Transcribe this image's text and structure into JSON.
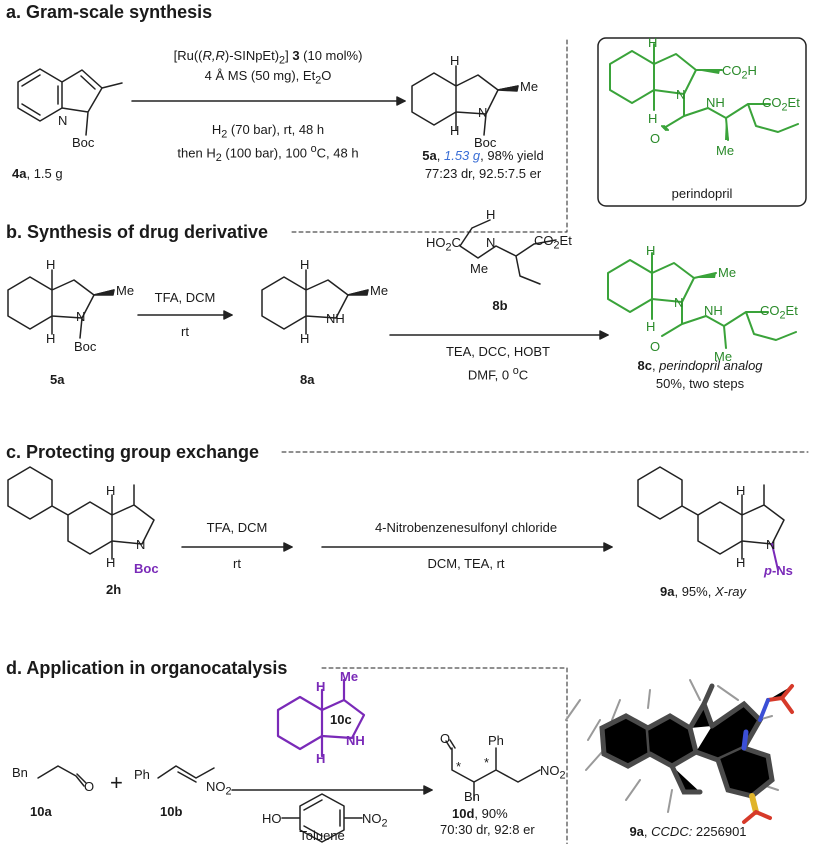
{
  "sections": {
    "a": {
      "title": "a. Gram-scale synthesis",
      "reagent_line1_pre": "[Ru((",
      "reagent_line1_rr": "R,R",
      "reagent_line1_post": ")-SINpEt)",
      "reagent_line1_sub": "2",
      "reagent_line1_end": "]",
      "reagent_line1_num": " 3",
      "reagent_line1_tail": " (10 mol%)",
      "reagent_line2": "4 Å MS (50 mg), Et",
      "reagent_line2_sub": "2",
      "reagent_line2_end": "O",
      "cond_line1": "H",
      "cond_line1_sub": "2",
      "cond_line1_end": " (70 bar), rt, 48 h",
      "cond_line2": "then H",
      "cond_line2_sub": "2",
      "cond_line2_end": " (100 bar), 100 ",
      "cond_line2_deg": "o",
      "cond_line2_c": "C, 48 h",
      "sm_label": "4a",
      "sm_amount": ", 1.5 g",
      "prod_label": "5a",
      "prod_mass": "1.53 g",
      "prod_yield": ", 98% yield",
      "prod_sel": "77:23 dr, 92.5:7.5 er",
      "box_label": "perindopril"
    },
    "b": {
      "title": "b. Synthesis of drug derivative",
      "step1_top": "TFA, DCM",
      "step1_bottom": "rt",
      "step2_line1": "TEA, DCC, HOBT",
      "step2_line2": "DMF, 0 ",
      "step2_deg": "o",
      "step2_c": "C",
      "sm_label": "5a",
      "int_label": "8a",
      "reagent_label": "8b",
      "prod_label": "8c",
      "prod_name": "perindopril analog",
      "prod_yield": "50%, two steps"
    },
    "c": {
      "title": "c. Protecting group exchange",
      "step1_top": "TFA, DCM",
      "step1_bottom": "rt",
      "step2_top": "4-Nitrobenzenesulfonyl chloride",
      "step2_bottom": "DCM, TEA, rt",
      "sm_label": "2h",
      "prod_label": "9a",
      "prod_yield": ", 95%, ",
      "prod_note": "X-ray"
    },
    "d": {
      "title": "d. Application in organocatalysis",
      "cat_label": "10c",
      "additive_solvent": "Toluene",
      "sm1_label": "10a",
      "sm2_label": "10b",
      "prod_label": "10d",
      "prod_yield": ", 90%",
      "prod_sel": "70:30 dr, 92:8 er",
      "xray_label": "9a",
      "xray_ccdc": "CCDC:",
      "xray_num": " 2256901"
    }
  },
  "atoms": {
    "H": "H",
    "N": "N",
    "Me": "Me",
    "Boc": "Boc",
    "CO2H": "CO",
    "sub2": "2",
    "H_tail": "H",
    "CO2Et": "CO",
    "Et": "Et",
    "O": "O",
    "HO2C": "HO",
    "C": "C",
    "pNs": "p",
    "Ns": "-Ns",
    "Bn": "Bn",
    "Ph": "Ph",
    "NO2": "NO",
    "HO": "HO",
    "star": "*",
    "plus": "+",
    "NH": "NH"
  },
  "colors": {
    "text": "#1a1a1a",
    "highlight_blue": "#3b6fd6",
    "drug_green": "#3aa33a",
    "catalyst_purple": "#8a2fc8"
  }
}
